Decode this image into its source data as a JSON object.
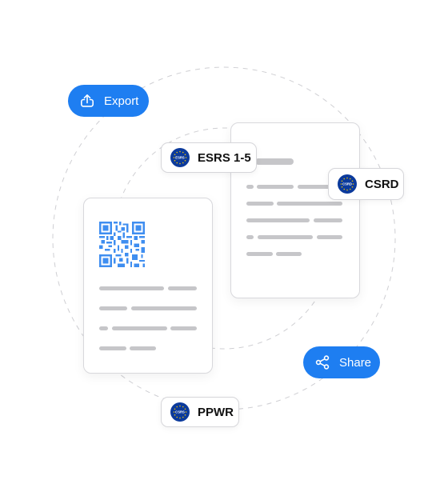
{
  "buttons": {
    "export": {
      "label": "Export",
      "icon": "upload-icon"
    },
    "share": {
      "label": "Share",
      "icon": "share-icon"
    }
  },
  "tags": {
    "esrs": {
      "label": "ESRS 1-5",
      "icon": "eu-flag-icon",
      "badge_text": "ESRS"
    },
    "csrd": {
      "label": "CSRD",
      "icon": "eu-flag-icon",
      "badge_text": "CSRD"
    },
    "ppwr": {
      "label": "PPWR",
      "icon": "eu-flag-icon",
      "badge_text": "CSRS"
    }
  },
  "documents": {
    "front": {
      "has_qr_code": true,
      "qr_icon": "qr-code-icon"
    },
    "back": {
      "has_title_bar": true
    }
  },
  "colors": {
    "accent_blue": "#1e7ef1",
    "qr_blue": "#3f8ef0",
    "eu_blue": "#0b3a9c",
    "eu_star": "#f2c300",
    "placeholder_bar": "#c6c6c9",
    "orbit_line": "#cfcfd3"
  }
}
